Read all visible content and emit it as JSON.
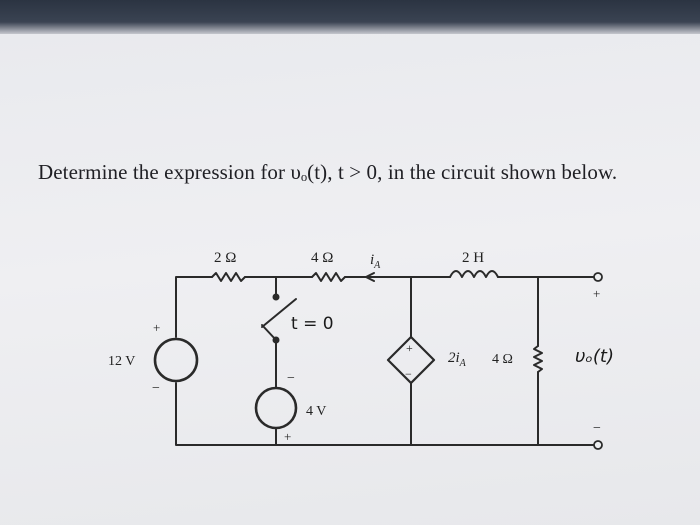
{
  "question": {
    "text": "Determine the expression for υₒ(t), t > 0, in the circuit shown below."
  },
  "circuit": {
    "labels": {
      "r1": "2 Ω",
      "r2": "4 Ω",
      "current": "i",
      "current_sub": "A",
      "inductor": "2 H",
      "source_12v": "12 V",
      "source_4v": "4 V",
      "dep_source": "2i",
      "dep_source_sub": "A",
      "r3": "4 Ω",
      "switch": "t = 0",
      "output": "υₒ(t)",
      "plus": "+",
      "minus": "−"
    }
  }
}
